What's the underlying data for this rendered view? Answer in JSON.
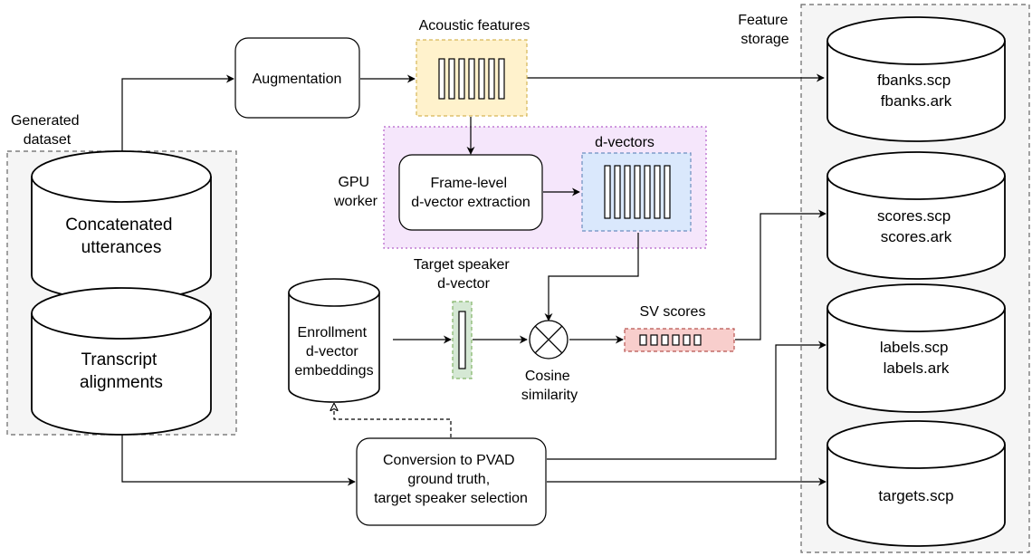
{
  "groups": {
    "generated_dataset": [
      "Generated",
      "dataset"
    ],
    "feature_storage": [
      "Feature",
      "storage"
    ],
    "gpu_worker": [
      "GPU",
      "worker"
    ]
  },
  "databases": {
    "concatenated": [
      "Concatenated",
      "utterances"
    ],
    "transcript": [
      "Transcript",
      "alignments"
    ],
    "enrollment": [
      "Enrollment",
      "d-vector",
      "embeddings"
    ],
    "fbanks": [
      "fbanks.scp",
      "fbanks.ark"
    ],
    "scores": [
      "scores.scp",
      "scores.ark"
    ],
    "labels": [
      "labels.scp",
      "labels.ark"
    ],
    "targets": [
      "targets.scp"
    ]
  },
  "processes": {
    "augmentation": [
      "Augmentation"
    ],
    "frame_level": [
      "Frame-level",
      "d-vector extraction"
    ],
    "conversion": [
      "Conversion to PVAD",
      "ground truth,",
      "target speaker selection"
    ]
  },
  "features": {
    "acoustic": "Acoustic features",
    "dvectors": "d-vectors",
    "target_speaker": [
      "Target speaker",
      "d-vector"
    ],
    "sv_scores": "SV scores"
  },
  "operators": {
    "cosine": [
      "Cosine",
      "similarity"
    ]
  },
  "colors": {
    "acoustic_fill": "#fff2cc",
    "acoustic_stroke": "#d6b656",
    "dvector_fill": "#dae8fc",
    "dvector_stroke": "#6c8ebf",
    "target_fill": "#d5e8d4",
    "target_stroke": "#82b366",
    "sv_fill": "#f8cecc",
    "sv_stroke": "#b85450",
    "gpu_fill": "#f5e6fb",
    "gpu_stroke": "#b35fc9",
    "group_fill": "#f5f5f5",
    "group_stroke": "#666666"
  }
}
